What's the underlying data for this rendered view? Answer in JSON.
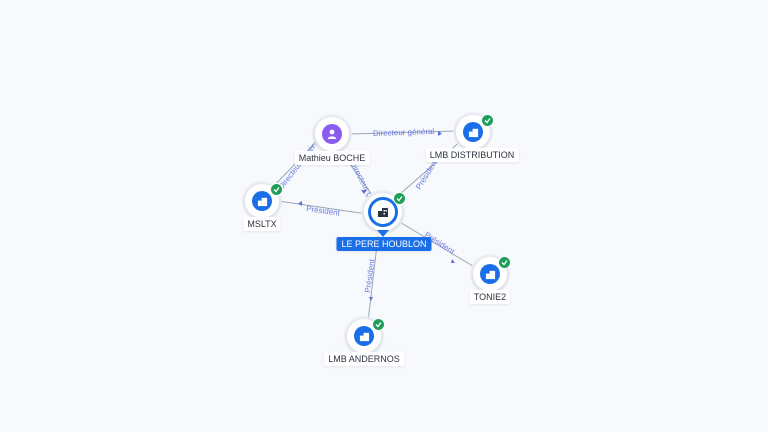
{
  "nodes": {
    "center": {
      "label": "LE PERE HOUBLON",
      "icon": "building-icon",
      "verified": true
    },
    "person": {
      "label": "Mathieu BOCHE",
      "icon": "person-icon"
    },
    "lmb_distribution": {
      "label": "LMB DISTRIBUTION",
      "icon": "building-icon",
      "verified": true
    },
    "msltx": {
      "label": "MSLTX",
      "icon": "building-icon",
      "verified": true
    },
    "tonie2": {
      "label": "TONIE2",
      "icon": "building-icon",
      "verified": true
    },
    "lmb_andernos": {
      "label": "LMB ANDERNOS",
      "icon": "building-icon",
      "verified": true
    }
  },
  "edges": {
    "person_to_lmb_distribution": "Directeur général",
    "person_to_center": "Directeur général",
    "person_to_msltx": "Directeur général",
    "center_to_msltx": "Président",
    "center_to_lmb_distribution": "Président",
    "center_to_tonie2": "Président",
    "center_to_lmb_andernos": "Président"
  },
  "colors": {
    "company": "#1a6fe8",
    "person": "#8a5cf0",
    "verified": "#1e9e5a",
    "edge_label": "#6a7ce0"
  }
}
